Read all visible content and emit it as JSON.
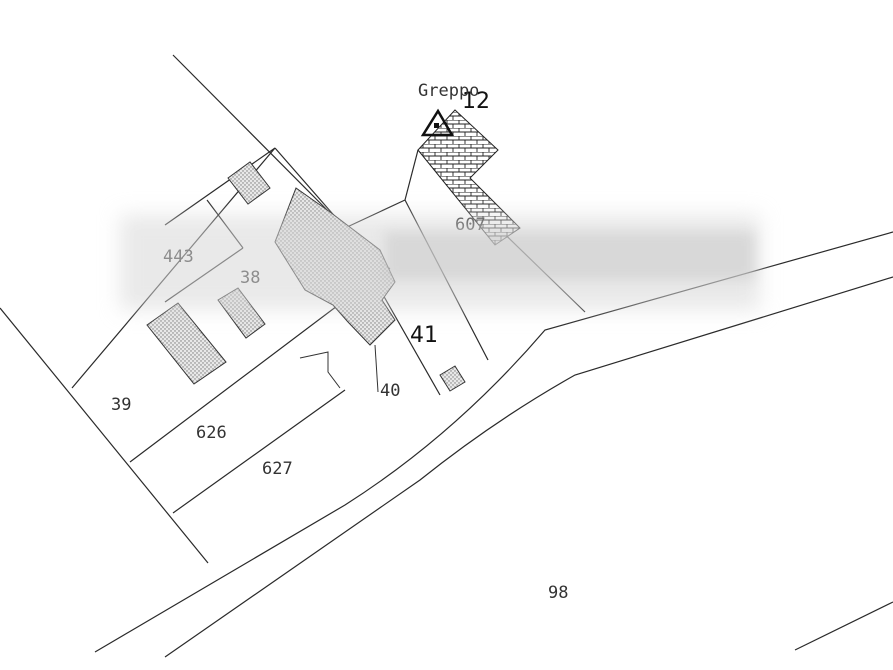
{
  "map": {
    "parcels": [
      {
        "id": "p443",
        "label": "443"
      },
      {
        "id": "p38",
        "label": "38"
      },
      {
        "id": "p39",
        "label": "39"
      },
      {
        "id": "p626",
        "label": "626"
      },
      {
        "id": "p627",
        "label": "627"
      },
      {
        "id": "p40",
        "label": "40"
      },
      {
        "id": "p41",
        "label": "41"
      },
      {
        "id": "p607",
        "label": "607"
      },
      {
        "id": "p98",
        "label": "98"
      },
      {
        "id": "p12",
        "label": "12"
      }
    ],
    "place_name": "Greppo",
    "symbol": "triangle-benchmark-icon",
    "colors": {
      "line": "#2a2a2a",
      "background": "#ffffff",
      "watermark": "#d7d7d7"
    }
  }
}
